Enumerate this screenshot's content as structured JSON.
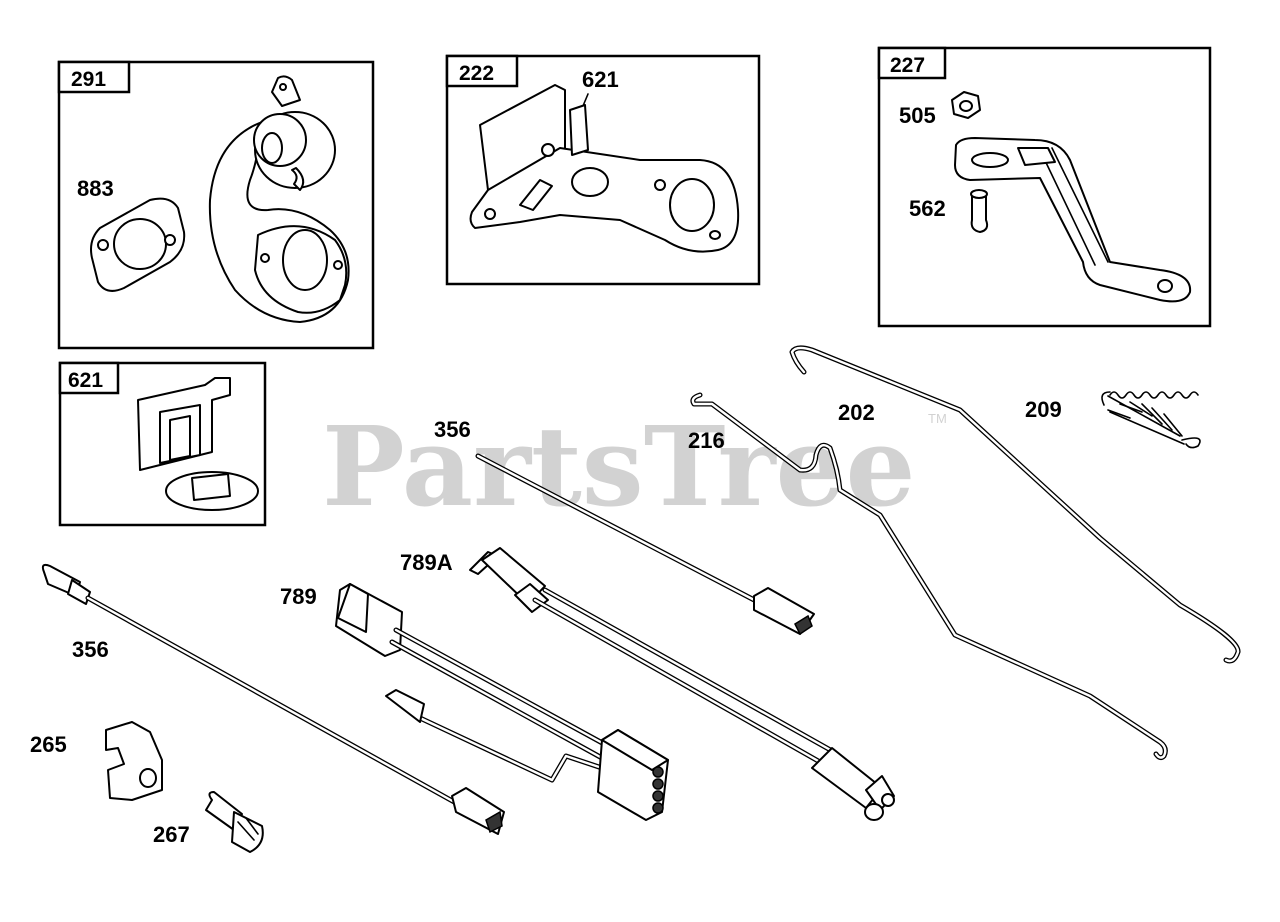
{
  "watermark": {
    "text": "PartsTree",
    "trademark": "TM"
  },
  "boxes": {
    "b291": {
      "label": "291"
    },
    "b222": {
      "label": "222"
    },
    "b227": {
      "label": "227"
    },
    "b621": {
      "label": "621"
    }
  },
  "callouts": {
    "c883": "883",
    "c621_inner": "621",
    "c505": "505",
    "c562": "562",
    "c356_top": "356",
    "c216": "216",
    "c202": "202",
    "c209": "209",
    "c789A": "789A",
    "c789": "789",
    "c356_left": "356",
    "c265": "265",
    "c267": "267"
  }
}
